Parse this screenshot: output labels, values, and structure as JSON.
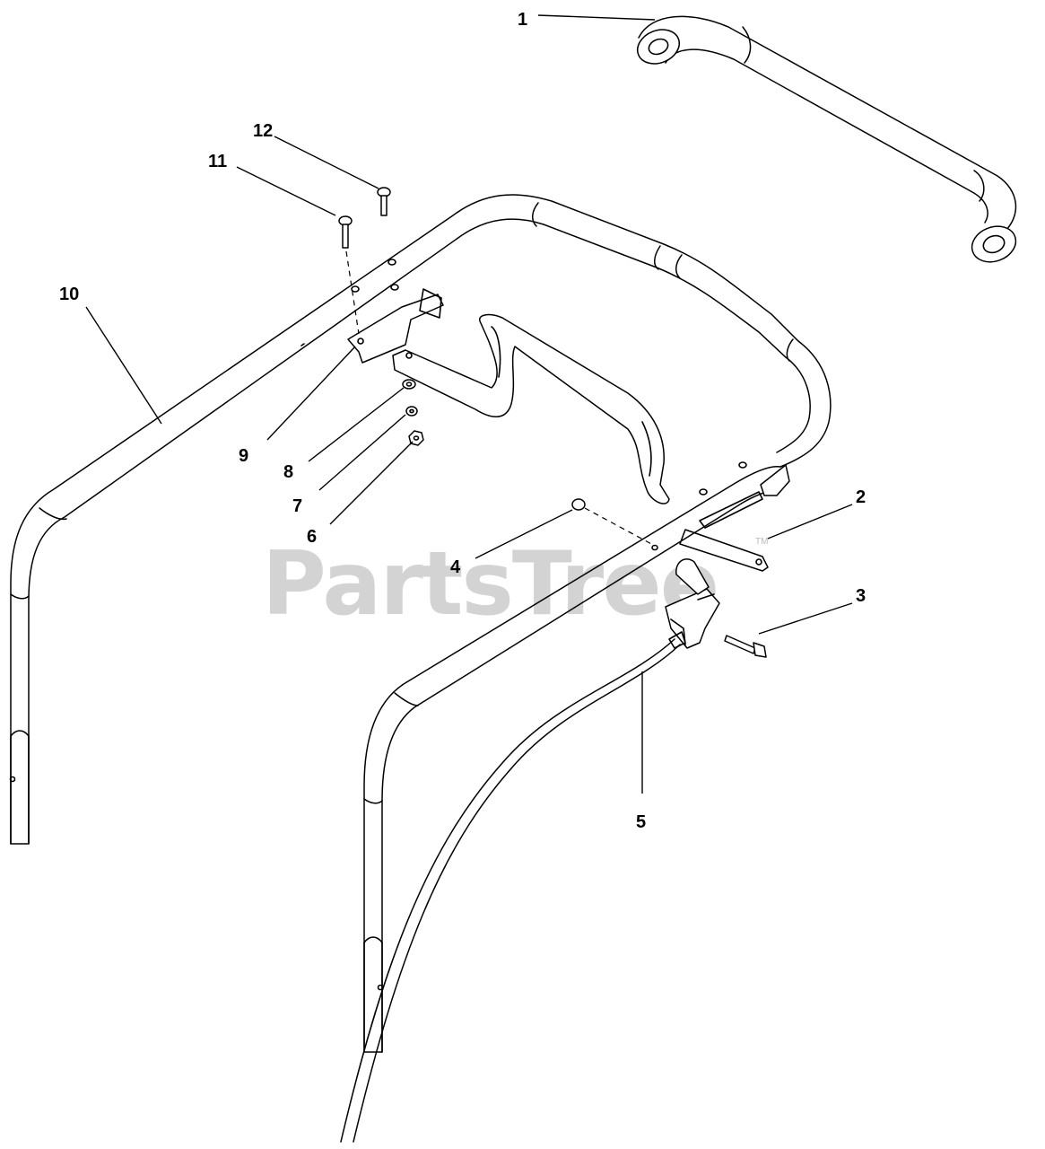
{
  "watermark": {
    "text": "PartsTree",
    "trademark": "TM"
  },
  "callouts": [
    "1",
    "2",
    "3",
    "4",
    "5",
    "6",
    "7",
    "8",
    "9",
    "10",
    "11",
    "12"
  ]
}
